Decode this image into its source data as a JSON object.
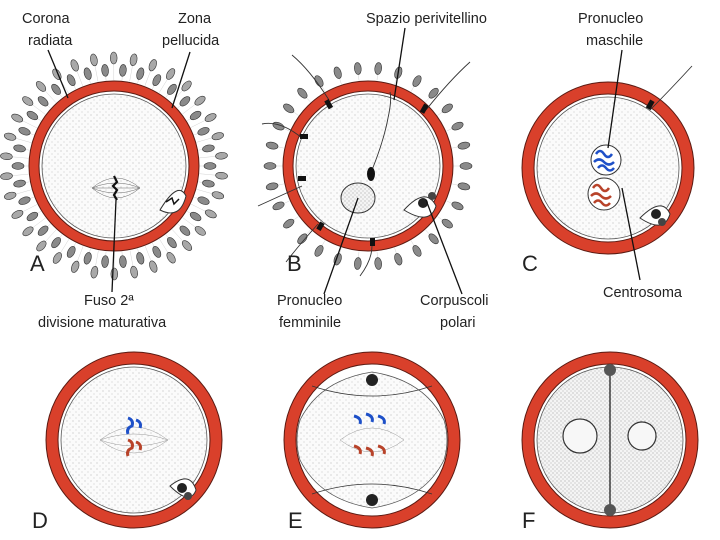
{
  "colors": {
    "zona": "#d9402b",
    "zona_edge": "#5a1a12",
    "cytoplasm": "#fbfbfb",
    "ink": "#222222",
    "male_pronucleus": "#1e50c8",
    "female_pronucleus": "#b8432a"
  },
  "labels": {
    "corona_radiata": [
      "Corona",
      "radiata"
    ],
    "zona_pellucida": [
      "Zona",
      "pellucida"
    ],
    "spazio_perivitellino": "Spazio perivitellino",
    "pronucleo_maschile": [
      "Pronucleo",
      "maschile"
    ],
    "fuso": [
      "Fuso 2ª",
      "divisione maturativa"
    ],
    "pronucleo_femminile": [
      "Pronucleo",
      "femminile"
    ],
    "corpuscoli_polari": [
      "Corpuscoli",
      "polari"
    ],
    "centrosoma": "Centrosoma"
  },
  "panels": [
    "A",
    "B",
    "C",
    "D",
    "E",
    "F"
  ],
  "icons": [
    "sperm-icon",
    "polar-body-icon",
    "chromosome-icon",
    "spindle-icon"
  ]
}
